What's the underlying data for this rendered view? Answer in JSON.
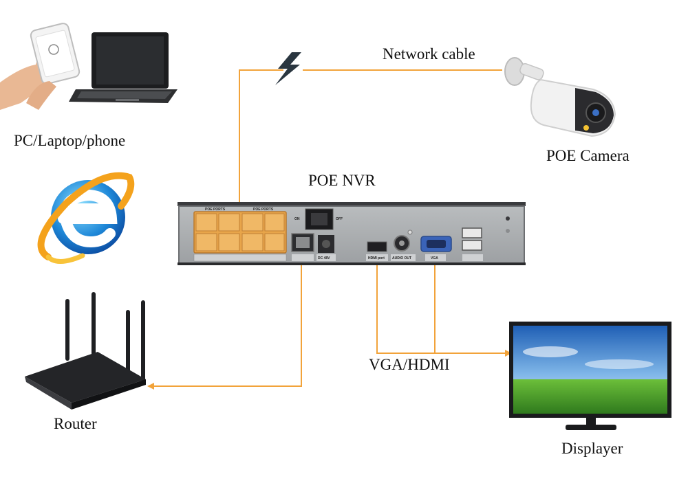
{
  "labels": {
    "pc": "PC/Laptop/phone",
    "camera": "POE Camera",
    "nvr": "POE NVR",
    "network_cable": "Network cable",
    "router": "Router",
    "vga_hdmi": "VGA/HDMI",
    "display": "Displayer"
  },
  "nvr_panel": {
    "poe_ports_left": "POE PORTS",
    "poe_ports_right": "POE PORTS",
    "on": "ON",
    "off": "OFF",
    "dc": "DC 48V",
    "hdmi": "HDMI port",
    "audio_out": "AUDIO OUT",
    "vga": "VGA"
  },
  "colors": {
    "cable": "#f2a33a",
    "nvr_panel": "#a9acae",
    "port_orange": "#e8a54a",
    "screen_sky": "#3a86d2",
    "screen_grass": "#4c9b2c"
  },
  "icons": [
    "lightning-icon",
    "internet-explorer-icon"
  ]
}
